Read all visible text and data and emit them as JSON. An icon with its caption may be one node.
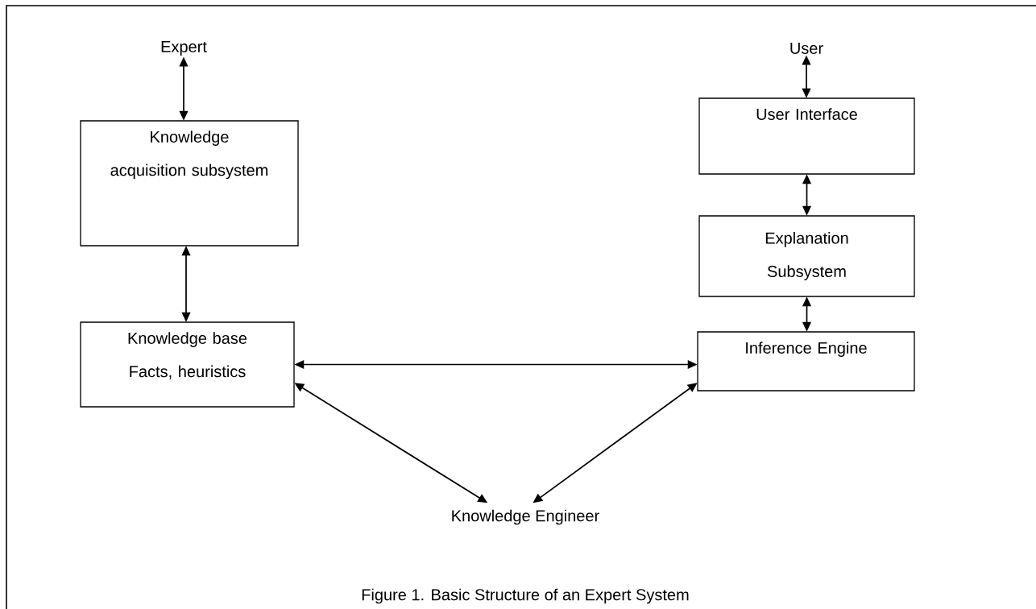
{
  "diagram": {
    "caption": "Figure 1. Basic Structure of an Expert System",
    "nodes": [
      {
        "text": [
          "Expert"
        ]
      },
      {
        "text": [
          "Knowledge acquisition subsystem"
        ]
      },
      {
        "text": [
          "Knowledge base",
          "Facts, heuristics"
        ]
      },
      {
        "text": [
          "User"
        ]
      },
      {
        "text": [
          "User Interface"
        ]
      },
      {
        "text": [
          "Explanation Subsystem"
        ]
      },
      {
        "text": [
          "Inference Engine"
        ]
      },
      {
        "text": [
          "Knowledge Engineer"
        ]
      }
    ],
    "edges": [
      {
        "from": 0,
        "to": 1,
        "arrow": "both"
      },
      {
        "from": 1,
        "to": 2,
        "arrow": "both"
      },
      {
        "from": 3,
        "to": 4,
        "arrow": "both"
      },
      {
        "from": 4,
        "to": 5,
        "arrow": "both"
      },
      {
        "from": 5,
        "to": 6,
        "arrow": "both"
      },
      {
        "from": 2,
        "to": 6,
        "arrow": "both"
      },
      {
        "from": 2,
        "to": 7,
        "arrow": "both"
      },
      {
        "from": 6,
        "to": 7,
        "arrow": "both"
      }
    ]
  }
}
